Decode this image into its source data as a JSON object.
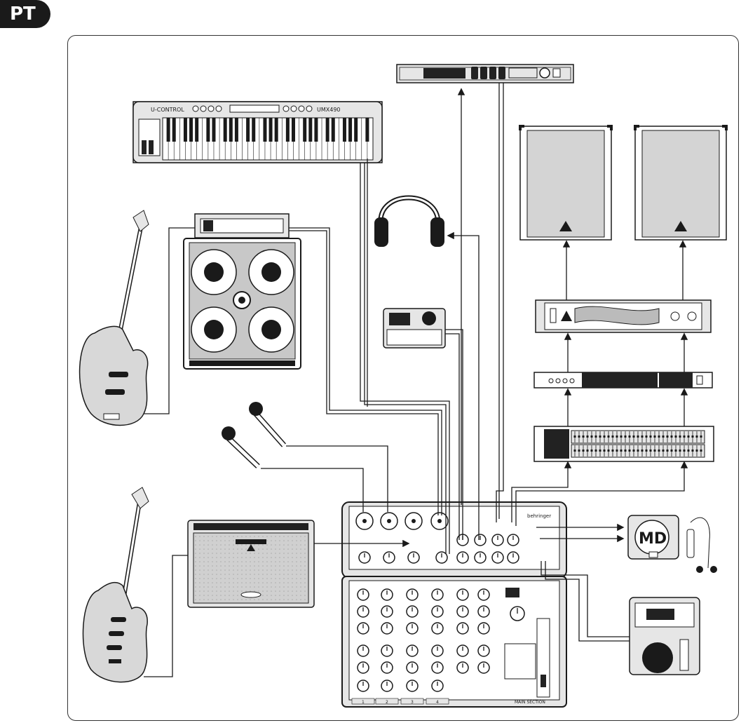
{
  "language_badge": "PT",
  "devices": {
    "keyboard": {
      "brand_text": "U-CONTROL",
      "model_text": "UMX490"
    },
    "minidisc": {
      "text": "MD"
    },
    "mixer": {
      "brand_text": "behringer",
      "main_section_text": "MAIN SECTION",
      "channel_numbers": [
        "1",
        "2",
        "3",
        "4"
      ]
    }
  },
  "colors": {
    "line": "#1a1a1a",
    "device_fill": "#e6e6e6",
    "speaker_fill": "#d4d4d4",
    "dark": "#222222"
  }
}
